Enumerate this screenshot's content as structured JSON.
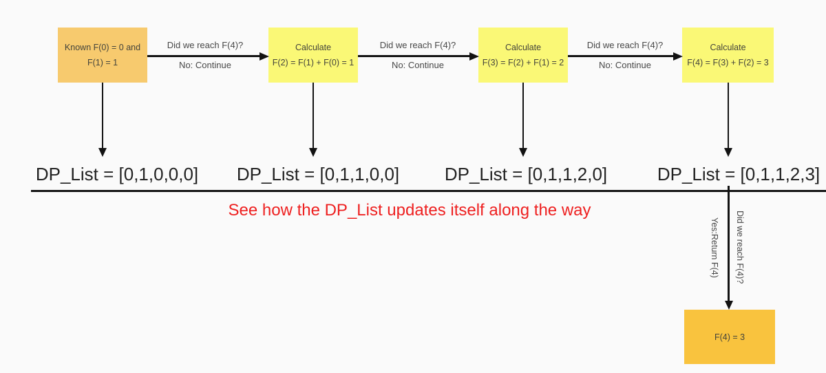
{
  "diagram": {
    "title_semantic": "dynamic-programming-fibonacci-flow",
    "boxes": [
      {
        "line1": "Known F(0) = 0 and",
        "line2": "F(1) = 1"
      },
      {
        "line1": "Calculate",
        "line2": "F(2) = F(1) + F(0) = 1"
      },
      {
        "line1": "Calculate",
        "line2": "F(3) = F(2) + F(1) = 2"
      },
      {
        "line1": "Calculate",
        "line2": "F(4) = F(3) + F(2) = 3"
      }
    ],
    "transitions": [
      {
        "question": "Did we reach F(4)?",
        "answer": "No: Continue"
      },
      {
        "question": "Did we reach F(4)?",
        "answer": "No: Continue"
      },
      {
        "question": "Did we reach F(4)?",
        "answer": "No: Continue"
      }
    ],
    "dp_lists": [
      "DP_List = [0,1,0,0,0]",
      "DP_List = [0,1,1,0,0]",
      "DP_List = [0,1,1,2,0]",
      "DP_List = [0,1,1,2,3]"
    ],
    "caption": "See how the DP_List updates itself along the way",
    "final_transition": {
      "yes_label": "Yes:Return F(4)",
      "question": "Did we reach F(4)?"
    },
    "result": "F(4) = 3"
  },
  "colors": {
    "background": "#FAFAFA",
    "known_box": "#F7CA6E",
    "calc_box": "#FAF876",
    "result_box": "#F9C33E",
    "connector": "#121212",
    "box_text": "#43433B",
    "transition_text": "#474747",
    "dp_text": "#222222",
    "caption_red": "#EE2020"
  }
}
